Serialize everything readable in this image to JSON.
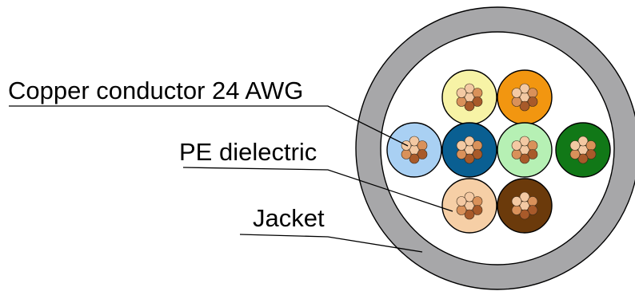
{
  "labels": {
    "conductor": "Copper conductor 24 AWG",
    "dielectric": "PE dielectric",
    "jacket": "Jacket"
  },
  "colors": {
    "jacket": "#a7a7a9",
    "interior": "#ffffff",
    "copper_light": "#f3c9a3",
    "copper_mid": "#d9915a",
    "copper_dark": "#a85a2a"
  },
  "wires": [
    {
      "name": "wire-yellow",
      "color": "#f7f3a6"
    },
    {
      "name": "wire-orange",
      "color": "#f29610"
    },
    {
      "name": "wire-light-blue",
      "color": "#a9d0f3"
    },
    {
      "name": "wire-blue",
      "color": "#0a5f92"
    },
    {
      "name": "wire-light-green",
      "color": "#b6f0b4"
    },
    {
      "name": "wire-green",
      "color": "#117817"
    },
    {
      "name": "wire-peach",
      "color": "#f6cfa6"
    },
    {
      "name": "wire-brown",
      "color": "#6b3a0b"
    }
  ]
}
